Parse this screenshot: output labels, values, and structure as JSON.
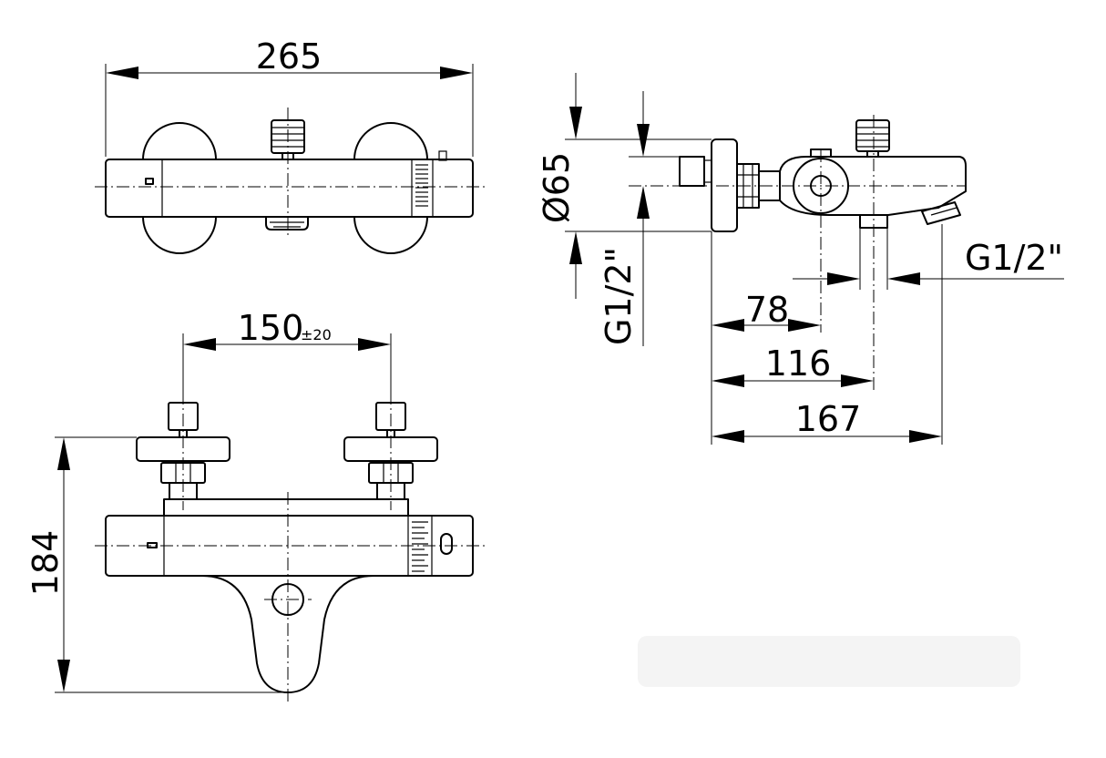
{
  "dimensions": {
    "overall_width": "265",
    "inlet_spacing": "150",
    "inlet_spacing_tolerance": "±20",
    "height": "184",
    "diameter": "Ø65",
    "inlet_thread": "G1/2\"",
    "outlet_thread": "G1/2\"",
    "depth_1": "78",
    "depth_2": "116",
    "depth_3": "167"
  }
}
